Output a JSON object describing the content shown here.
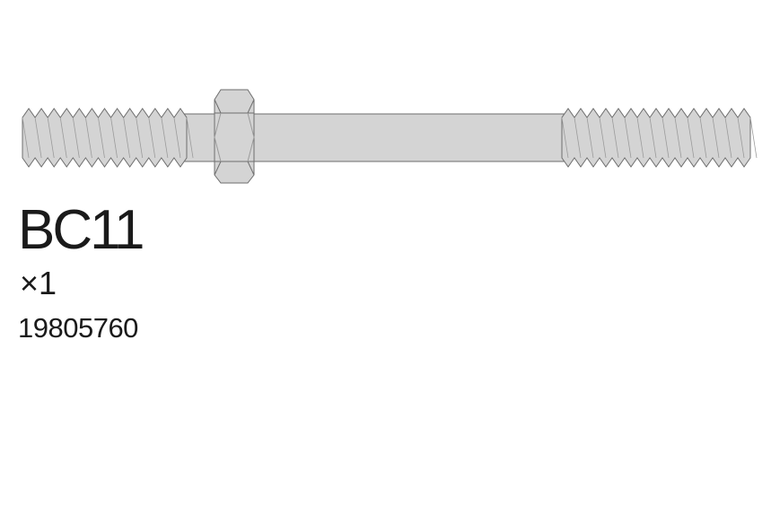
{
  "part": {
    "code": "BC11",
    "quantity": "×1",
    "item_number": "19805760"
  },
  "drawing": {
    "type": "threaded-rod-with-hex-nut",
    "thread_count_left": 13,
    "thread_count_right": 15
  },
  "colors": {
    "fill": "#d4d4d4",
    "stroke": "#6e6e6e",
    "text": "#1a1a1a",
    "background": "#ffffff"
  }
}
